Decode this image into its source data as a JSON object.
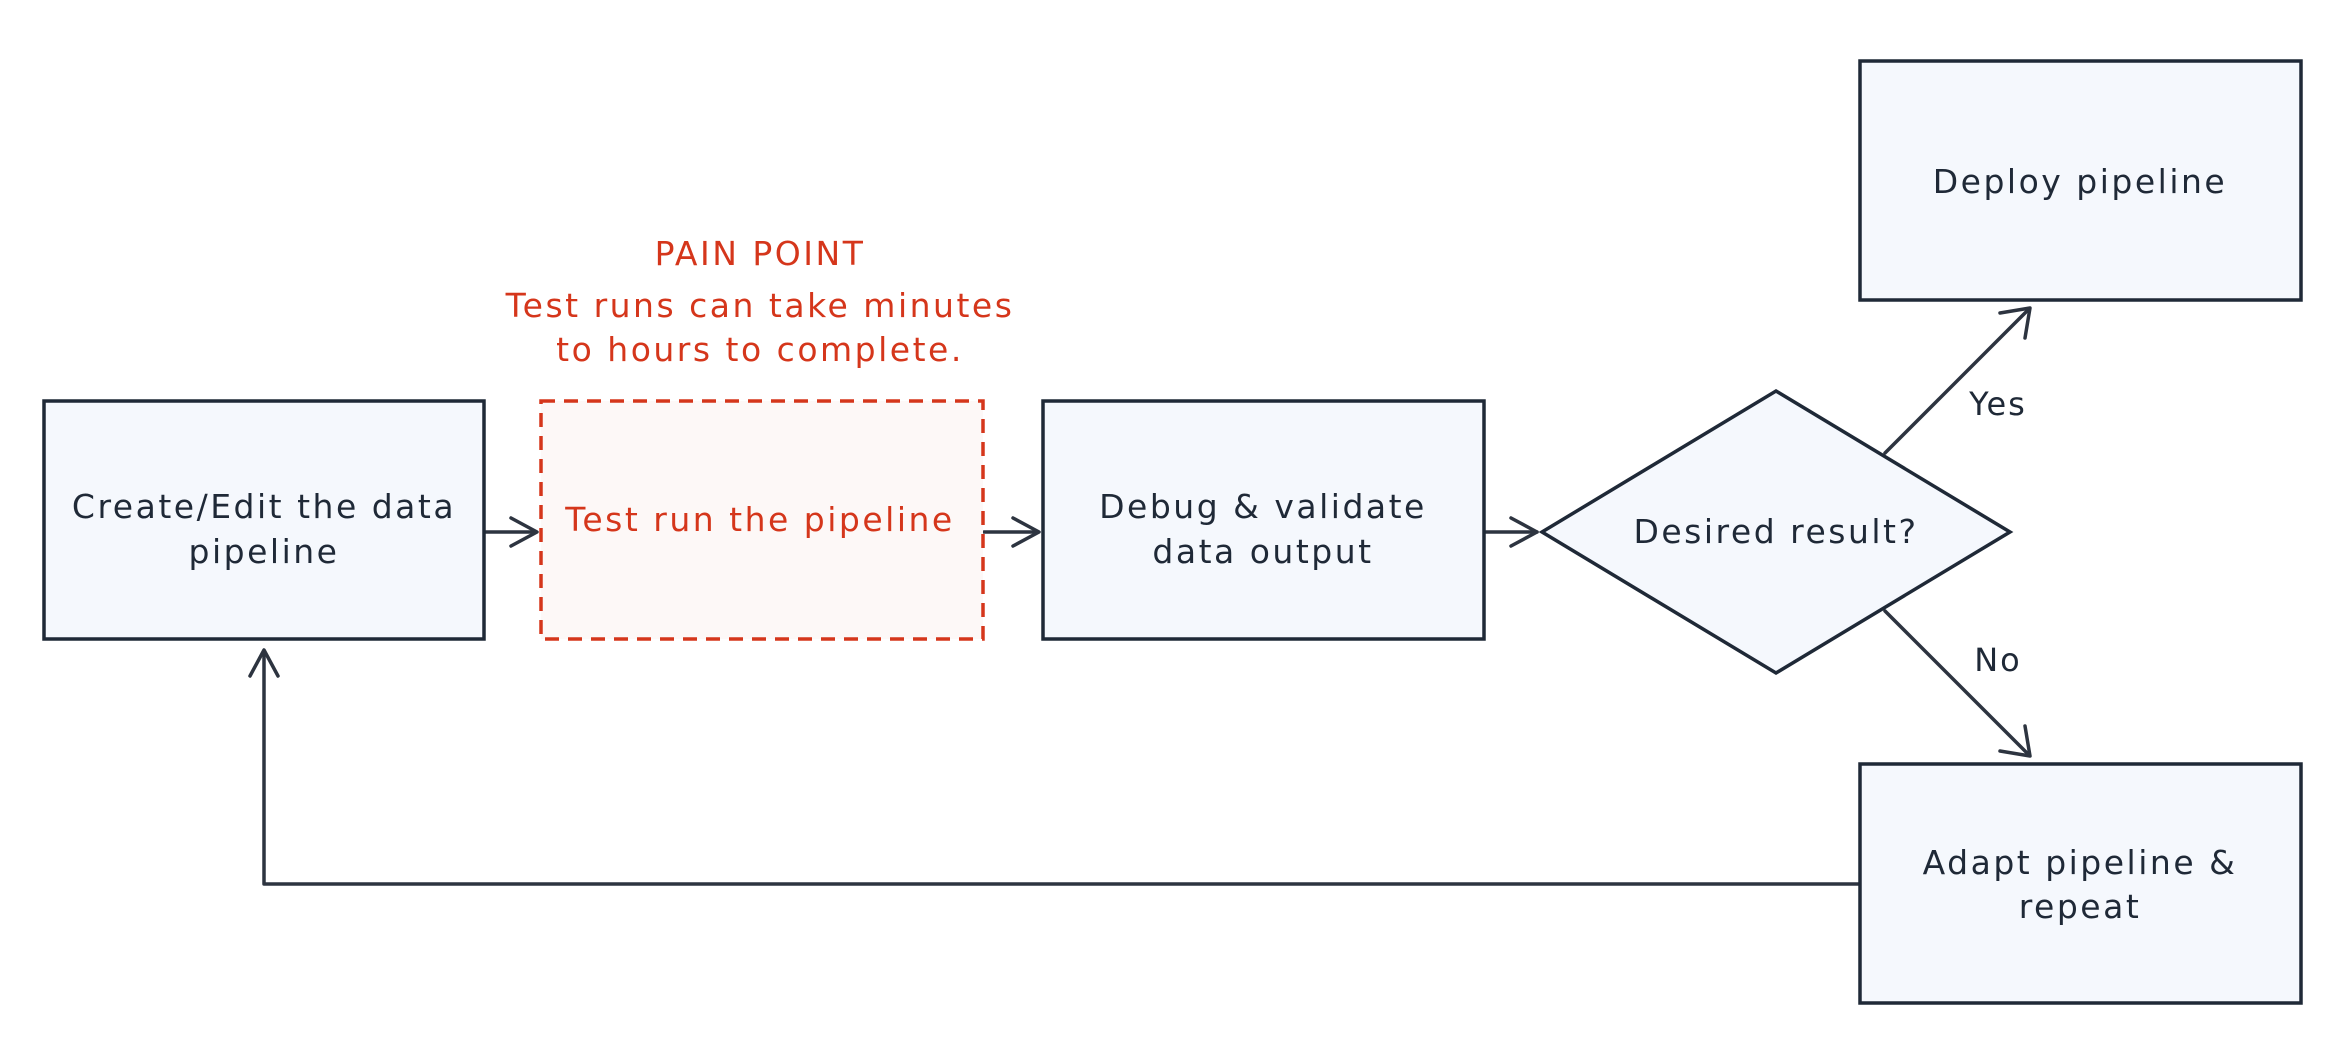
{
  "nodes": {
    "create_edit": {
      "lines": [
        "Create/Edit the data",
        "pipeline"
      ]
    },
    "test_run": {
      "lines": [
        "Test run the pipeline"
      ]
    },
    "debug_validate": {
      "lines": [
        "Debug & validate",
        "data output"
      ]
    },
    "decision": {
      "lines": [
        "Desired result?"
      ]
    },
    "deploy": {
      "lines": [
        "Deploy pipeline"
      ]
    },
    "adapt": {
      "lines": [
        "Adapt pipeline &",
        "repeat"
      ]
    }
  },
  "pain_point": {
    "heading": "PAIN POINT",
    "lines": [
      "Test runs can take minutes",
      "to hours to complete."
    ]
  },
  "edges": {
    "yes_label": "Yes",
    "no_label": "No"
  },
  "colors": {
    "stroke": "#1f2937",
    "node_fill": "#f5f8fd",
    "pain_accent": "#d5361b",
    "pain_fill": "#fdf8f7"
  }
}
